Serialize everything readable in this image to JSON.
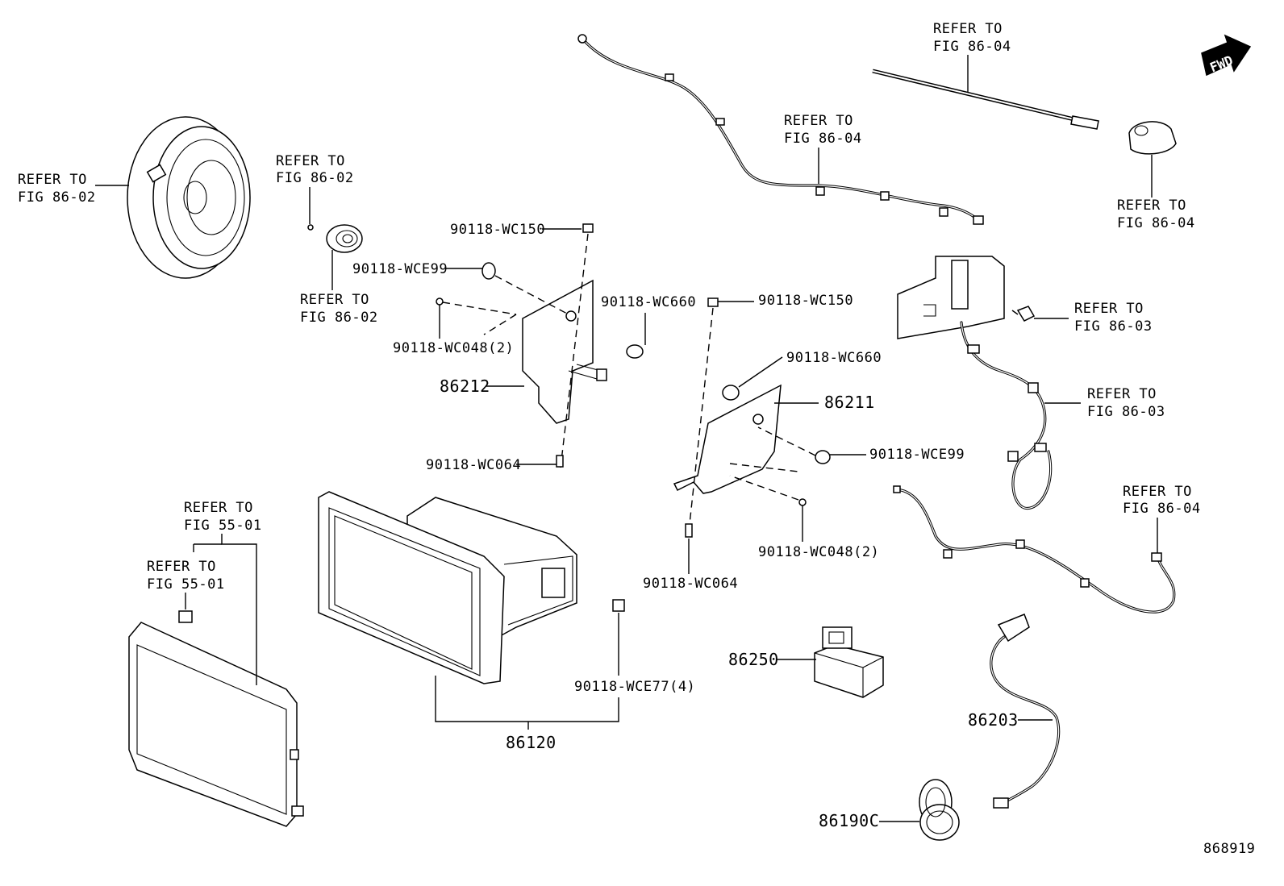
{
  "refs": {
    "r1": {
      "line1": "REFER TO",
      "line2": "FIG 86-02"
    },
    "r2": {
      "line1": "REFER TO",
      "line2": "FIG 86-02"
    },
    "r3": {
      "line1": "REFER TO",
      "line2": "FIG 86-02"
    },
    "r4": {
      "line1": "REFER TO",
      "line2": "FIG 86-04"
    },
    "r5": {
      "line1": "REFER TO",
      "line2": "FIG 86-04"
    },
    "r6": {
      "line1": "REFER TO",
      "line2": "FIG 86-04"
    },
    "r7": {
      "line1": "REFER TO",
      "line2": "FIG 86-03"
    },
    "r8": {
      "line1": "REFER TO",
      "line2": "FIG 86-03"
    },
    "r9": {
      "line1": "REFER TO",
      "line2": "FIG 86-04"
    },
    "r10": {
      "line1": "REFER TO",
      "line2": "FIG 55-01"
    },
    "r11": {
      "line1": "REFER TO",
      "line2": "FIG 55-01"
    }
  },
  "parts": {
    "wc150_left": "90118-WC150",
    "wce99_left": "90118-WCE99",
    "wc048_left": "90118-WC048(2)",
    "wc660_left": "90118-WC660",
    "p86212": "86212",
    "wc064_left": "90118-WC064",
    "wc150_right": "90118-WC150",
    "wc660_right": "90118-WC660",
    "p86211": "86211",
    "wce99_right": "90118-WCE99",
    "wc048_right": "90118-WC048(2)",
    "wc064_right": "90118-WC064",
    "wce77": "90118-WCE77(4)",
    "p86120": "86120",
    "p86250": "86250",
    "p86203": "86203",
    "p86190c": "86190C"
  },
  "fwd": "FWD",
  "diagram_id": "868919"
}
